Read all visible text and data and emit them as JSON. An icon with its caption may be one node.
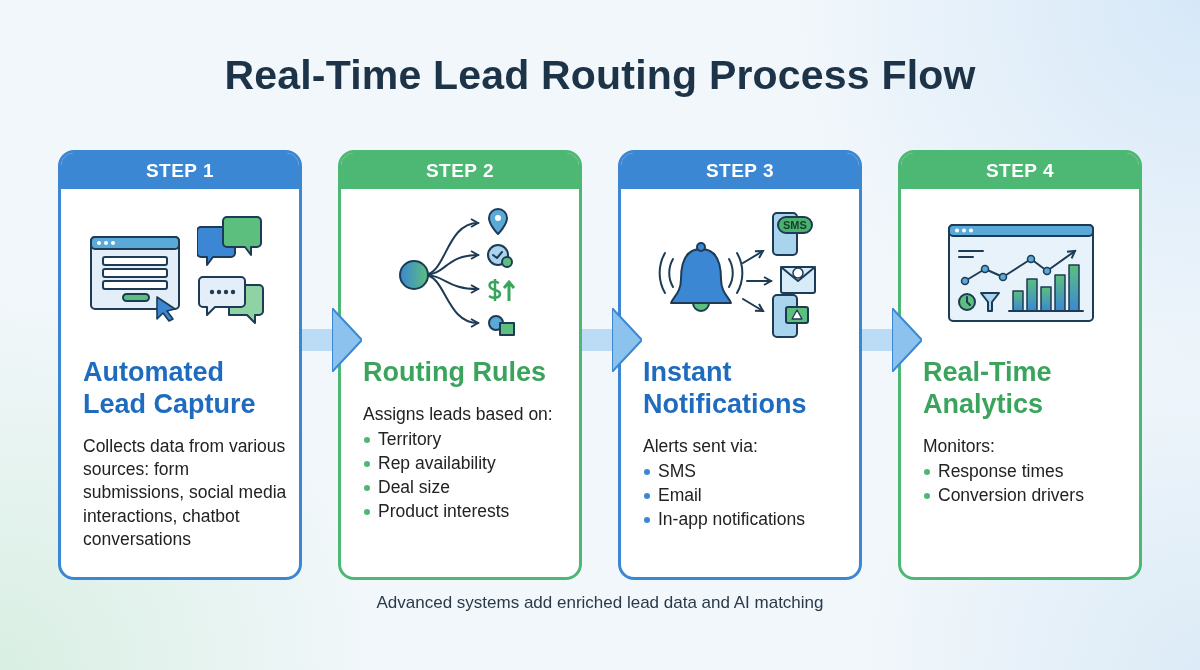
{
  "diagram": {
    "title": "Real-Time Lead Routing Process Flow",
    "nodes": [
      {
        "text": [
          "STEP 1",
          "Automated Lead Capture",
          "Collects data from various sources: form submissions, social media interactions, chatbot conversations"
        ]
      },
      {
        "text": [
          "STEP 2",
          "Routing Rules",
          "Assigns leads based on:",
          "Territory",
          "Rep availability",
          "Deal size",
          "Product interests"
        ]
      },
      {
        "text": [
          "STEP 3",
          "Instant Notifications",
          "Alerts sent via:",
          "SMS",
          "Email",
          "In-app notifications"
        ]
      },
      {
        "text": [
          "STEP 4",
          "Real-Time Analytics",
          "Monitors:",
          "Response times",
          "Conversion drivers"
        ]
      }
    ],
    "edges": [
      {
        "from": 0,
        "to": 1,
        "arrow": "to"
      },
      {
        "from": 1,
        "to": 2,
        "arrow": "to"
      },
      {
        "from": 2,
        "to": 3,
        "arrow": "to"
      }
    ],
    "labels": [
      "SMS"
    ],
    "caption": "Advanced systems add enriched lead data and AI matching"
  }
}
